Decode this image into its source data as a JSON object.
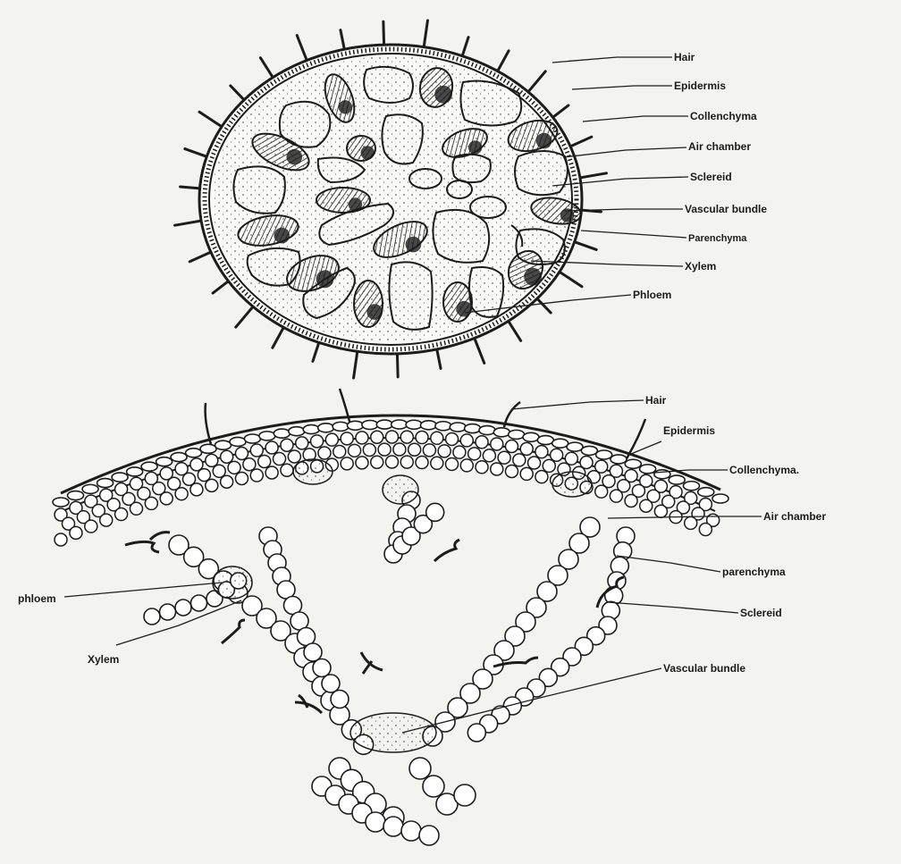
{
  "colors": {
    "paper": "#f3f3f1",
    "ink": "#1c1c1c",
    "cell_fill": "#ffffff",
    "stipple": "#2a2a2a"
  },
  "top_diagram": {
    "labels": [
      "Hair",
      "Epidermis",
      "Collenchyma",
      "Air chamber",
      "Sclereid",
      "Vascular bundle",
      "Parenchyma",
      "Xylem",
      "Phloem"
    ]
  },
  "bottom_diagram": {
    "labels_right": [
      "Hair",
      "Epidermis",
      "Collenchyma.",
      "Air chamber",
      "parenchyma",
      "Sclereid",
      "Vascular bundle"
    ],
    "labels_left": [
      "phloem",
      "Xylem"
    ]
  }
}
